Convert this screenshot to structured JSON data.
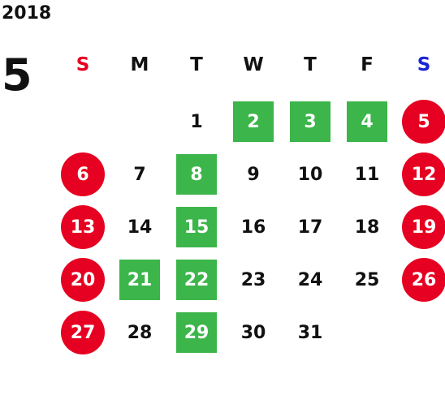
{
  "header": {
    "year": "2018",
    "month": "5"
  },
  "colors": {
    "holiday": "#e60021",
    "highlight": "#3cb54a",
    "sunday": "#e60021",
    "saturday": "#1a25d6",
    "text": "#111111"
  },
  "weekdays": [
    {
      "label": "S",
      "type": "sun"
    },
    {
      "label": "M",
      "type": ""
    },
    {
      "label": "T",
      "type": ""
    },
    {
      "label": "W",
      "type": ""
    },
    {
      "label": "T",
      "type": ""
    },
    {
      "label": "F",
      "type": ""
    },
    {
      "label": "S",
      "type": "sat"
    }
  ],
  "first_weekday": 2,
  "days": [
    {
      "n": "1",
      "style": ""
    },
    {
      "n": "2",
      "style": "green"
    },
    {
      "n": "3",
      "style": "green"
    },
    {
      "n": "4",
      "style": "green"
    },
    {
      "n": "5",
      "style": "red"
    },
    {
      "n": "6",
      "style": "red"
    },
    {
      "n": "7",
      "style": ""
    },
    {
      "n": "8",
      "style": "green"
    },
    {
      "n": "9",
      "style": ""
    },
    {
      "n": "10",
      "style": ""
    },
    {
      "n": "11",
      "style": ""
    },
    {
      "n": "12",
      "style": "red"
    },
    {
      "n": "13",
      "style": "red"
    },
    {
      "n": "14",
      "style": ""
    },
    {
      "n": "15",
      "style": "green"
    },
    {
      "n": "16",
      "style": ""
    },
    {
      "n": "17",
      "style": ""
    },
    {
      "n": "18",
      "style": ""
    },
    {
      "n": "19",
      "style": "red"
    },
    {
      "n": "20",
      "style": "red"
    },
    {
      "n": "21",
      "style": "green"
    },
    {
      "n": "22",
      "style": "green"
    },
    {
      "n": "23",
      "style": ""
    },
    {
      "n": "24",
      "style": ""
    },
    {
      "n": "25",
      "style": ""
    },
    {
      "n": "26",
      "style": "red"
    },
    {
      "n": "27",
      "style": "red"
    },
    {
      "n": "28",
      "style": ""
    },
    {
      "n": "29",
      "style": "green"
    },
    {
      "n": "30",
      "style": ""
    },
    {
      "n": "31",
      "style": ""
    }
  ]
}
